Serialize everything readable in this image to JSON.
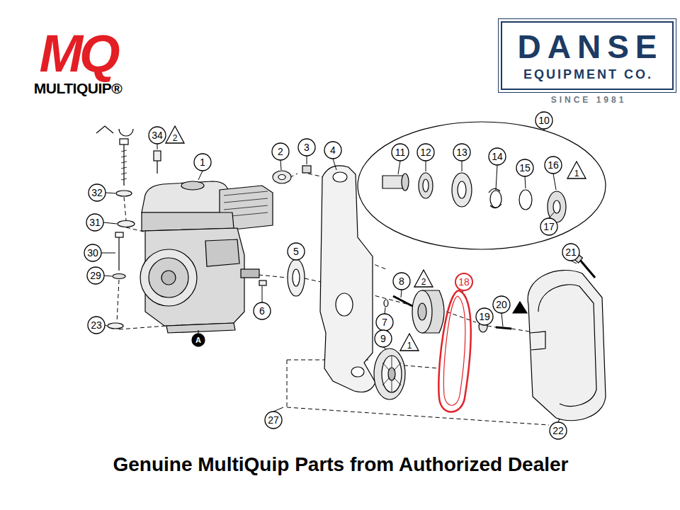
{
  "diagram": {
    "caption": "Genuine MultiQuip Parts from Authorized Dealer",
    "nodes": [
      {
        "text": [
          "DANSE",
          "EQUIPMENT CO.",
          "SINCE 1981"
        ]
      }
    ],
    "labels": [
      "MQ",
      "MULTIQUIP®",
      "34",
      "2",
      "1",
      "2",
      "3",
      "4",
      "10",
      "11",
      "12",
      "13",
      "14",
      "15",
      "16",
      "1",
      "17",
      "21",
      "32",
      "31",
      "30",
      "29",
      "23",
      "5",
      "6",
      "8",
      "2",
      "7",
      "9",
      "1",
      "18",
      "19",
      "20",
      "27",
      "22",
      "A"
    ]
  }
}
